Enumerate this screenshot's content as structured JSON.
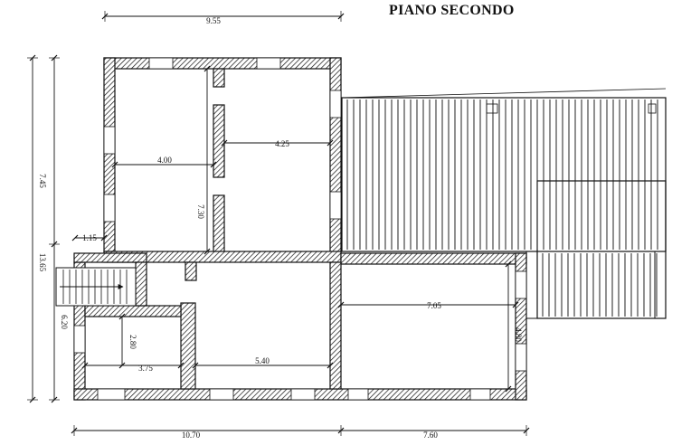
{
  "title": "PIANO SECONDO",
  "dimensions": {
    "top_width": "9.55",
    "left_upper": "7.45",
    "left_total": "13.65",
    "left_lower": "6.20",
    "small_offset": "1.15",
    "room_a_width": "4.00",
    "room_a_height": "7.30",
    "room_b_width": "4.25",
    "room_c_height": "2.80",
    "room_c_width": "3.75",
    "room_d_width": "5.40",
    "room_e_width": "7.05",
    "room_e_height": "4.80",
    "bottom_left": "10.70",
    "bottom_right": "7.60"
  },
  "icons": [
    "stair-arrow-icon"
  ]
}
